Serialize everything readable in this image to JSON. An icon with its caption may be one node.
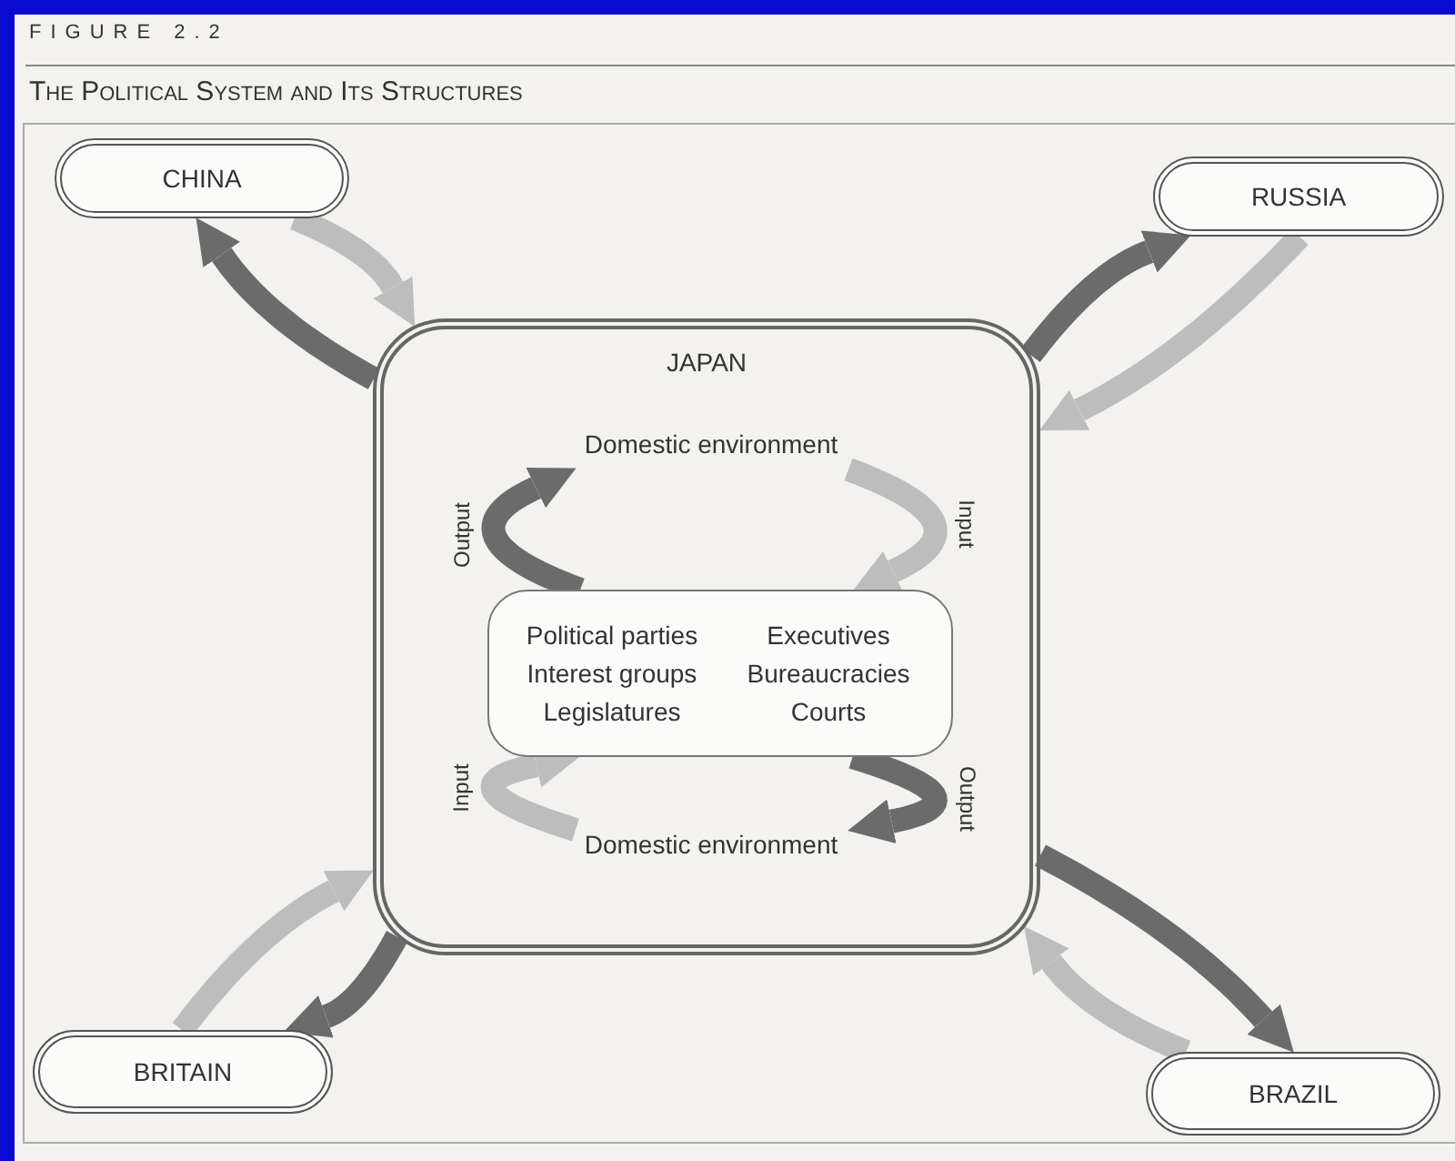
{
  "diagram": {
    "title": "The Political System and Its Structures",
    "nodes": [
      {
        "text": [
          "CHINA"
        ]
      },
      {
        "text": [
          "RUSSIA"
        ]
      },
      {
        "text": [
          "JAPAN"
        ]
      },
      {
        "text": [
          "Domestic environment"
        ],
        "in": 2
      },
      {
        "text": [
          "Political parties",
          "Executives",
          "Interest groups",
          "Bureaucracies",
          "Legislatures",
          "Courts"
        ],
        "in": 2
      },
      {
        "text": [
          "Domestic environment"
        ],
        "in": 2
      },
      {
        "text": [
          "BRITAIN"
        ]
      },
      {
        "text": [
          "BRAZIL"
        ]
      }
    ],
    "edges": [
      {
        "from": 2,
        "to": 0,
        "arrow": "to"
      },
      {
        "from": 0,
        "to": 2,
        "arrow": "to",
        "color": "#bdbdbd"
      },
      {
        "from": 2,
        "to": 1,
        "arrow": "to"
      },
      {
        "from": 1,
        "to": 2,
        "arrow": "to",
        "color": "#bdbdbd"
      },
      {
        "from": 4,
        "to": 3,
        "arrow": "to",
        "label": "Output"
      },
      {
        "from": 3,
        "to": 4,
        "arrow": "to",
        "label": "Input",
        "color": "#bdbdbd"
      },
      {
        "from": 5,
        "to": 4,
        "arrow": "to",
        "label": "Input",
        "color": "#bdbdbd"
      },
      {
        "from": 4,
        "to": 5,
        "arrow": "to",
        "label": "Output"
      },
      {
        "from": 6,
        "to": 2,
        "arrow": "to",
        "color": "#bdbdbd"
      },
      {
        "from": 2,
        "to": 6,
        "arrow": "to"
      },
      {
        "from": 2,
        "to": 7,
        "arrow": "to"
      },
      {
        "from": 7,
        "to": 2,
        "arrow": "to",
        "color": "#bdbdbd"
      }
    ],
    "labels": [
      "FIGURE 2.2"
    ]
  }
}
